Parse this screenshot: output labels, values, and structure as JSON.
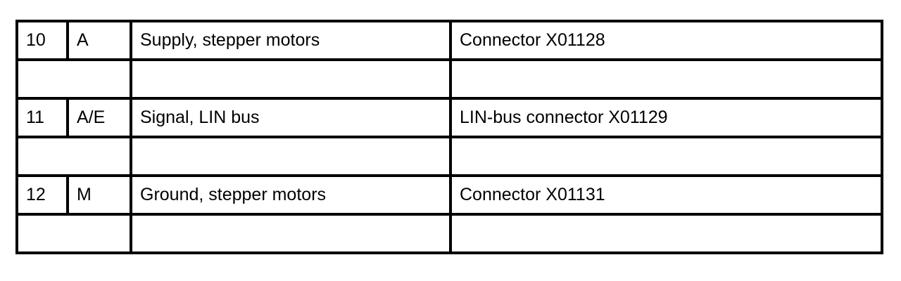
{
  "table": {
    "rows": [
      {
        "pin": "10",
        "type": "A",
        "description": "Supply, stepper motors",
        "connection": "Connector X01128"
      },
      {
        "pin": "11",
        "type": "A/E",
        "description": "Signal, LIN bus",
        "connection": "LIN-bus connector X01129"
      },
      {
        "pin": "12",
        "type": "M",
        "description": "Ground, stepper motors",
        "connection": "Connector X01131"
      }
    ]
  }
}
